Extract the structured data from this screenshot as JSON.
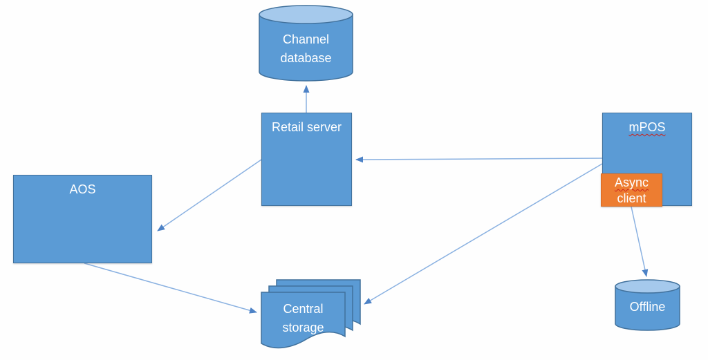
{
  "diagram": {
    "nodes": {
      "channel_database": {
        "shape": "cylinder",
        "lines": [
          "Channel",
          "database"
        ]
      },
      "retail_server": {
        "shape": "rectangle",
        "lines": [
          "Retail",
          "server"
        ]
      },
      "aos": {
        "shape": "rectangle",
        "label": "AOS"
      },
      "mpos": {
        "shape": "rectangle",
        "label": "mPOS",
        "spellcheck_underline": true
      },
      "async_client": {
        "shape": "rectangle",
        "lines": [
          "Async",
          "client"
        ],
        "spellcheck_underline_word": "Async"
      },
      "central_storage": {
        "shape": "multidocument",
        "lines": [
          "Central",
          "storage"
        ]
      },
      "offline": {
        "shape": "cylinder",
        "label": "Offline"
      }
    },
    "connectors": [
      {
        "from": "retail_server",
        "to": "channel_database"
      },
      {
        "from": "retail_server",
        "to": "aos"
      },
      {
        "from": "mpos",
        "to": "retail_server"
      },
      {
        "from": "mpos",
        "to": "central_storage"
      },
      {
        "from": "aos",
        "to": "central_storage"
      },
      {
        "from": "async_client",
        "to": "offline"
      }
    ],
    "colors": {
      "node_fill": "#5b9bd5",
      "node_border": "#41719c",
      "cylinder_top_fill": "#a5c9ec",
      "accent_fill": "#ed7d31",
      "accent_border": "#d96b20",
      "connector_line": "#8ab1e1",
      "arrowhead": "#4d82c6",
      "label_text": "#ffffff",
      "spellcheck_underline": "#cc201a",
      "background": "#fefefe"
    }
  }
}
